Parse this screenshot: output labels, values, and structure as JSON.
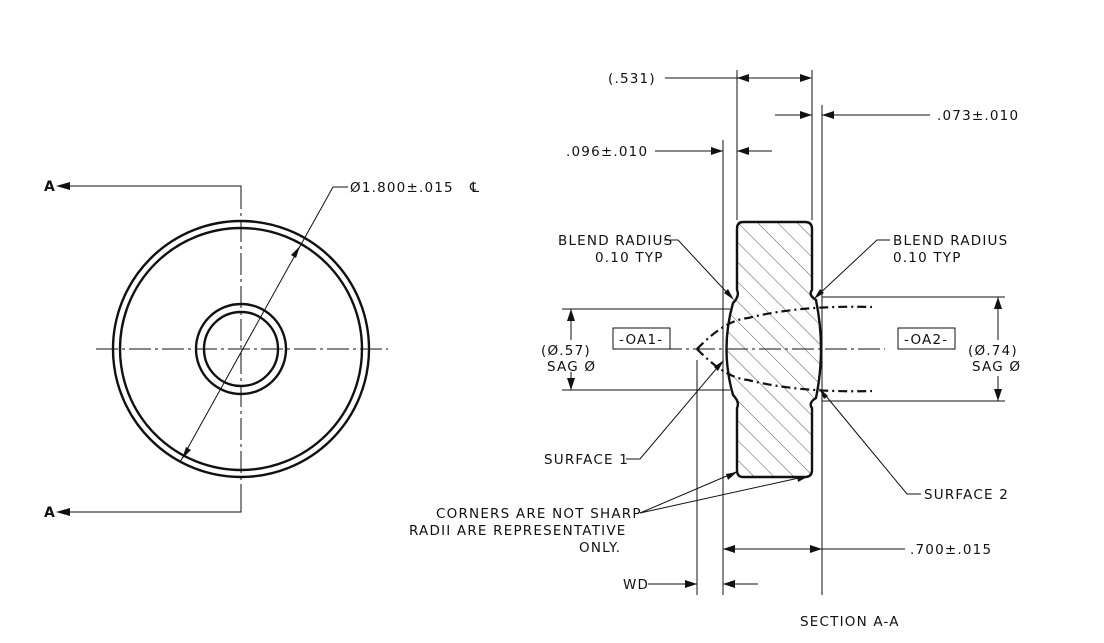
{
  "view_labels": {
    "cut_top": "A",
    "cut_bottom": "A",
    "section": "SECTION  A-A"
  },
  "dimensions": {
    "diameter": "Ø1.800±.015",
    "overall_ref": "(.531)",
    "right_thk": ".073±.010",
    "left_thk": ".096±.010",
    "length": ".700±.015",
    "wd": "WD",
    "sag1_dia": "(Ø.57)",
    "sag1_label": "SAG Ø",
    "sag2_dia": "(Ø.74)",
    "sag2_label": "SAG Ø"
  },
  "notes": {
    "blend_left_1": "BLEND RADIUS",
    "blend_left_2": "0.10 TYP",
    "blend_right_1": "BLEND RADIUS",
    "blend_right_2": "0.10 TYP",
    "surface1": "SURFACE 1",
    "surface2": "SURFACE 2",
    "corners_1": "CORNERS ARE NOT SHARP",
    "corners_2": "RADII ARE REPRESENTATIVE",
    "corners_3": "ONLY."
  },
  "datums": {
    "oa1": "-OA1-",
    "oa2": "-OA2-"
  }
}
